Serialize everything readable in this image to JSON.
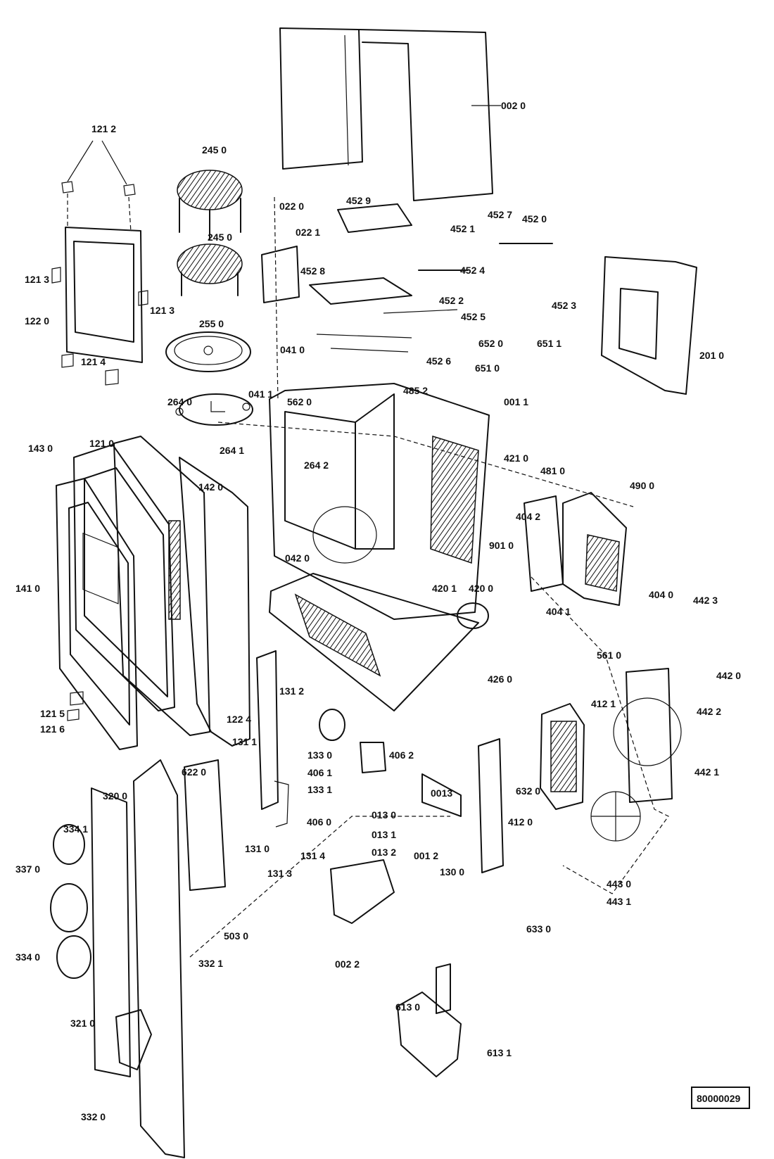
{
  "drawing_id": "80000029",
  "labels": {
    "l0020": "002 0",
    "l1212": "121 2",
    "l2450a": "245 0",
    "l4529": "452 9",
    "l0220": "022 0",
    "l0221": "022 1",
    "l4527": "452 7",
    "l4521": "452 1",
    "l4520": "452 0",
    "l2450b": "245 0",
    "l1213a": "121 3",
    "l1213b": "121 3",
    "l4528": "452 8",
    "l4524": "452 4",
    "l4522": "452 2",
    "l4523": "452 3",
    "l4525": "452 5",
    "l1220": "122 0",
    "l2550": "255 0",
    "l6520": "652 0",
    "l6511": "651 1",
    "l4526": "452 6",
    "l2010": "201 0",
    "l0410": "041 0",
    "l6510": "651 0",
    "l1214": "121 4",
    "l0411": "041 1",
    "l5620": "562 0",
    "l4852": "485 2",
    "l2640": "264 0",
    "l0011": "001 1",
    "l4210": "421 0",
    "l2641": "264 1",
    "l1210": "121 0",
    "l1430": "143 0",
    "l2642": "264 2",
    "l4810": "481 0",
    "l1420": "142 0",
    "l4900": "490 0",
    "l4042": "404 2",
    "l0420": "042 0",
    "l9010": "901 0",
    "l1410": "141 0",
    "l4201": "420 1",
    "l4200": "420 0",
    "l4041": "404 1",
    "l4040": "404 0",
    "l4423": "442 3",
    "l5610": "561 0",
    "l4260": "426 0",
    "l4420": "442 0",
    "l1312": "131 2",
    "l4121": "412 1",
    "l4422": "442 2",
    "l1215": "121 5",
    "l1216": "121 6",
    "l1224": "122 4",
    "l1311": "131 1",
    "l1330": "133 0",
    "l4062": "406 2",
    "l4421": "442 1",
    "l6220": "622 0",
    "l4061": "406 1",
    "l1331": "133 1",
    "l6320": "632 0",
    "l3200": "320 0",
    "l4060": "406 0",
    "l0013": "0013",
    "l0130": "013 0",
    "l4120": "412 0",
    "l3341": "334 1",
    "l0131": "013 1",
    "l1310": "131 0",
    "l0132": "013 2",
    "l1314": "131 4",
    "l0012": "001 2",
    "l3370": "337 0",
    "l1313": "131 3",
    "l1300": "130 0",
    "l4430": "443 0",
    "l4431": "443 1",
    "l5030": "503 0",
    "l6330": "633 0",
    "l3340": "334 0",
    "l0022": "002 2",
    "l3321": "332 1",
    "l6130": "613 0",
    "l3210": "321 0",
    "l6131": "613 1",
    "l3320": "332 0"
  }
}
